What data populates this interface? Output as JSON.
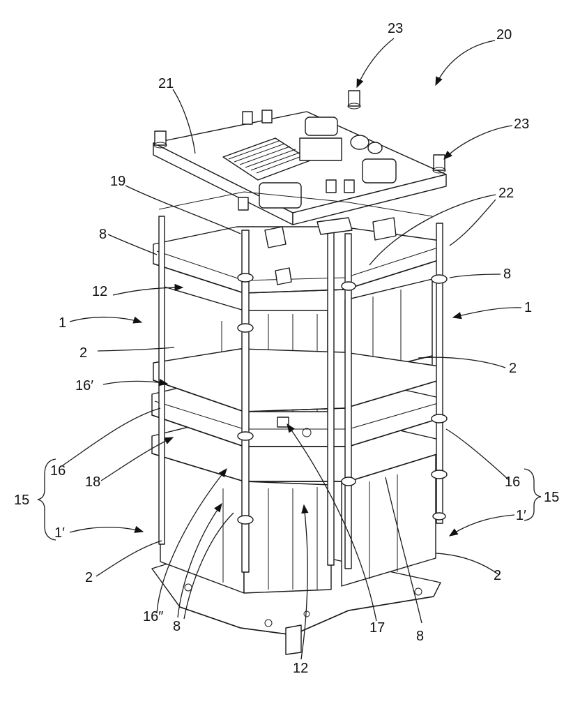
{
  "labels": {
    "l20": "20",
    "l23a": "23",
    "l23b": "23",
    "l21": "21",
    "l19": "19",
    "l22": "22",
    "l8a": "8",
    "l8b": "8",
    "l12a": "12",
    "l1a": "1",
    "l1b": "1",
    "l2a": "2",
    "l2b": "2",
    "l16p": "16′",
    "l16a": "16",
    "l16b": "16",
    "l18": "18",
    "l15a": "15",
    "l15b": "15",
    "l1pa": "1′",
    "l1pb": "1′",
    "l2c": "2",
    "l2d": "2",
    "l16pp": "16″",
    "l8c": "8",
    "l12b": "12",
    "l17": "17",
    "l8d": "8"
  }
}
